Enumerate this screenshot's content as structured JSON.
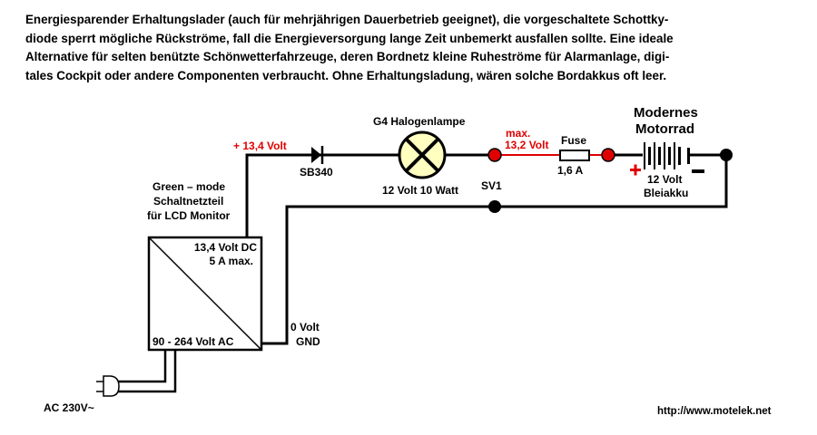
{
  "intro_lines": [
    "Energiesparender Erhaltungslader (auch für mehrjährigen Dauerbetrieb geeignet), die vorgeschaltete Schottky-",
    "diode sperrt mögliche Rückströme, fall die Energieversorgung lange Zeit unbemerkt ausfallen sollte. Eine ideale",
    "Alternative für selten benützte Schönwetterfahrzeuge, deren Bordnetz kleine Ruheströme für Alarmanlage, digi-",
    "tales Cockpit oder andere Componenten verbraucht. Ohne Erhaltungsladung, wären solche Bordakkus oft leer."
  ],
  "labels": {
    "plus_voltage": "+ 13,4 Volt",
    "diode": "SB340",
    "lamp_title": "G4 Halogenlampe",
    "lamp_rating": "12 Volt 10 Watt",
    "max_label": "max.",
    "max_voltage": "13,2 Volt",
    "fuse_title": "Fuse",
    "fuse_rating": "1,6 A",
    "sv1": "SV1",
    "motorrad_1": "Modernes",
    "motorrad_2": "Motorrad",
    "battery_1": "12 Volt",
    "battery_2": "Bleiakku",
    "psu_1": "Green – mode",
    "psu_2": "Schaltnetzteil",
    "psu_3": "für LCD Monitor",
    "psu_out_1": "13,4 Volt DC",
    "psu_out_2": "5 A max.",
    "psu_in": "90 - 264 Volt AC",
    "gnd_1": "0 Volt",
    "gnd_2": "GND",
    "ac": "AC 230V~",
    "url": "http://www.motelek.net"
  },
  "colors": {
    "wire": "#000000",
    "highlight": "#e00000",
    "lamp_fill": "#ffffc0"
  }
}
